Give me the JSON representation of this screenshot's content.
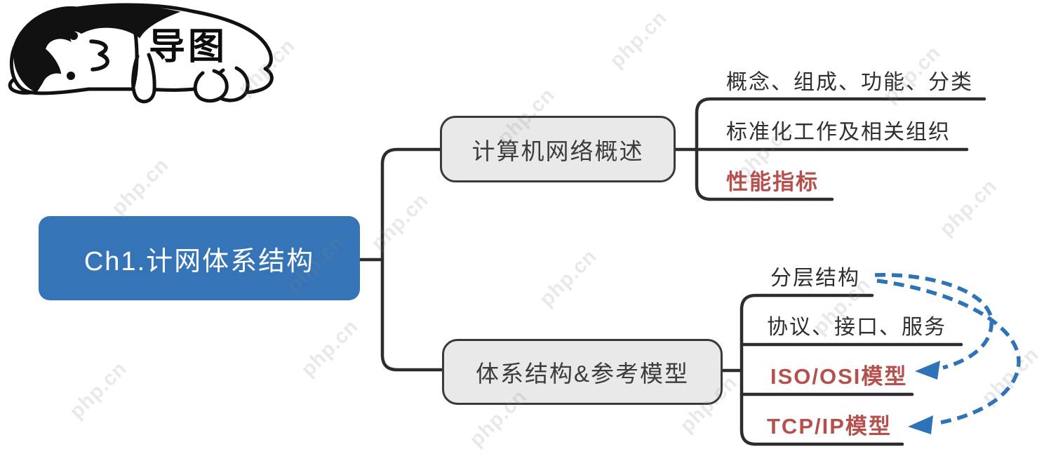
{
  "watermark": {
    "text": "php.cn"
  },
  "header_cartoon": {
    "icon": "lying-person-cartoon",
    "label": "导图"
  },
  "mindmap": {
    "root": {
      "label": "Ch1.计网体系结构"
    },
    "branches": [
      {
        "label": "计算机网络概述",
        "children": [
          {
            "label": "概念、组成、功能、分类",
            "highlight": false
          },
          {
            "label": "标准化工作及相关组织",
            "highlight": false
          },
          {
            "label": "性能指标",
            "highlight": true
          }
        ]
      },
      {
        "label": "体系结构&参考模型",
        "children": [
          {
            "label": "分层结构",
            "highlight": false
          },
          {
            "label": "协议、接口、服务",
            "highlight": false
          },
          {
            "label": "ISO/OSI模型",
            "highlight": true
          },
          {
            "label": "TCP/IP模型",
            "highlight": true
          }
        ]
      }
    ],
    "relations": [
      {
        "from": "分层结构",
        "to": "ISO/OSI模型",
        "style": "blue-dashed-arrow"
      },
      {
        "from": "分层结构",
        "to": "TCP/IP模型",
        "style": "blue-dashed-arrow"
      }
    ]
  },
  "colors": {
    "root_bg": "#3574b6",
    "root_text": "#ffffff",
    "branch_bg": "#e9e9e9",
    "branch_border": "#3a3a3a",
    "line": "#2d2d2d",
    "text": "#2f2f2f",
    "highlight_text": "#b5504d",
    "arrow": "#2e73b8"
  }
}
